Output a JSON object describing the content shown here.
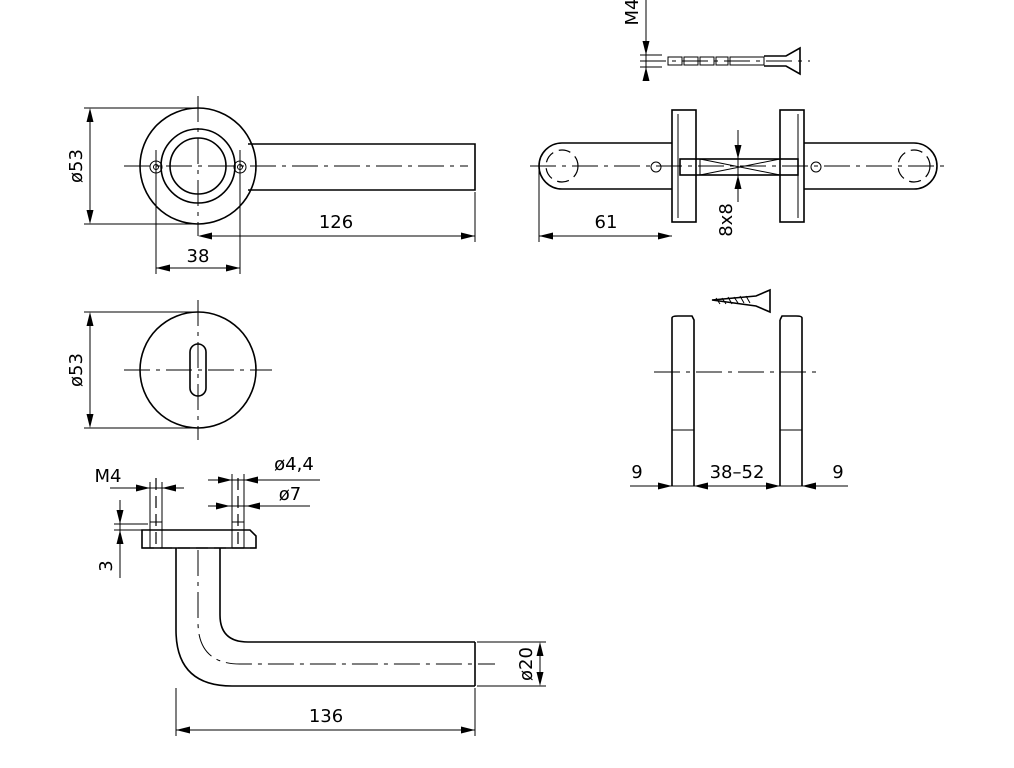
{
  "dimensions": {
    "top_view": {
      "rose_diameter": "ø53",
      "lever_length": "126",
      "spindle_offset": "38"
    },
    "side_view": {
      "projection": "61",
      "spindle": "8x8",
      "screw_thread": "M4"
    },
    "escutcheon_view": {
      "diameter": "ø53"
    },
    "door_view": {
      "left_rose": "9",
      "door_thickness": "38–52",
      "right_rose": "9"
    },
    "lever_profile": {
      "screw_thread": "M4",
      "hole_small": "ø4,4",
      "hole_large": "ø7",
      "base_height": "3",
      "reach": "136",
      "tube_diameter": "ø20"
    }
  }
}
